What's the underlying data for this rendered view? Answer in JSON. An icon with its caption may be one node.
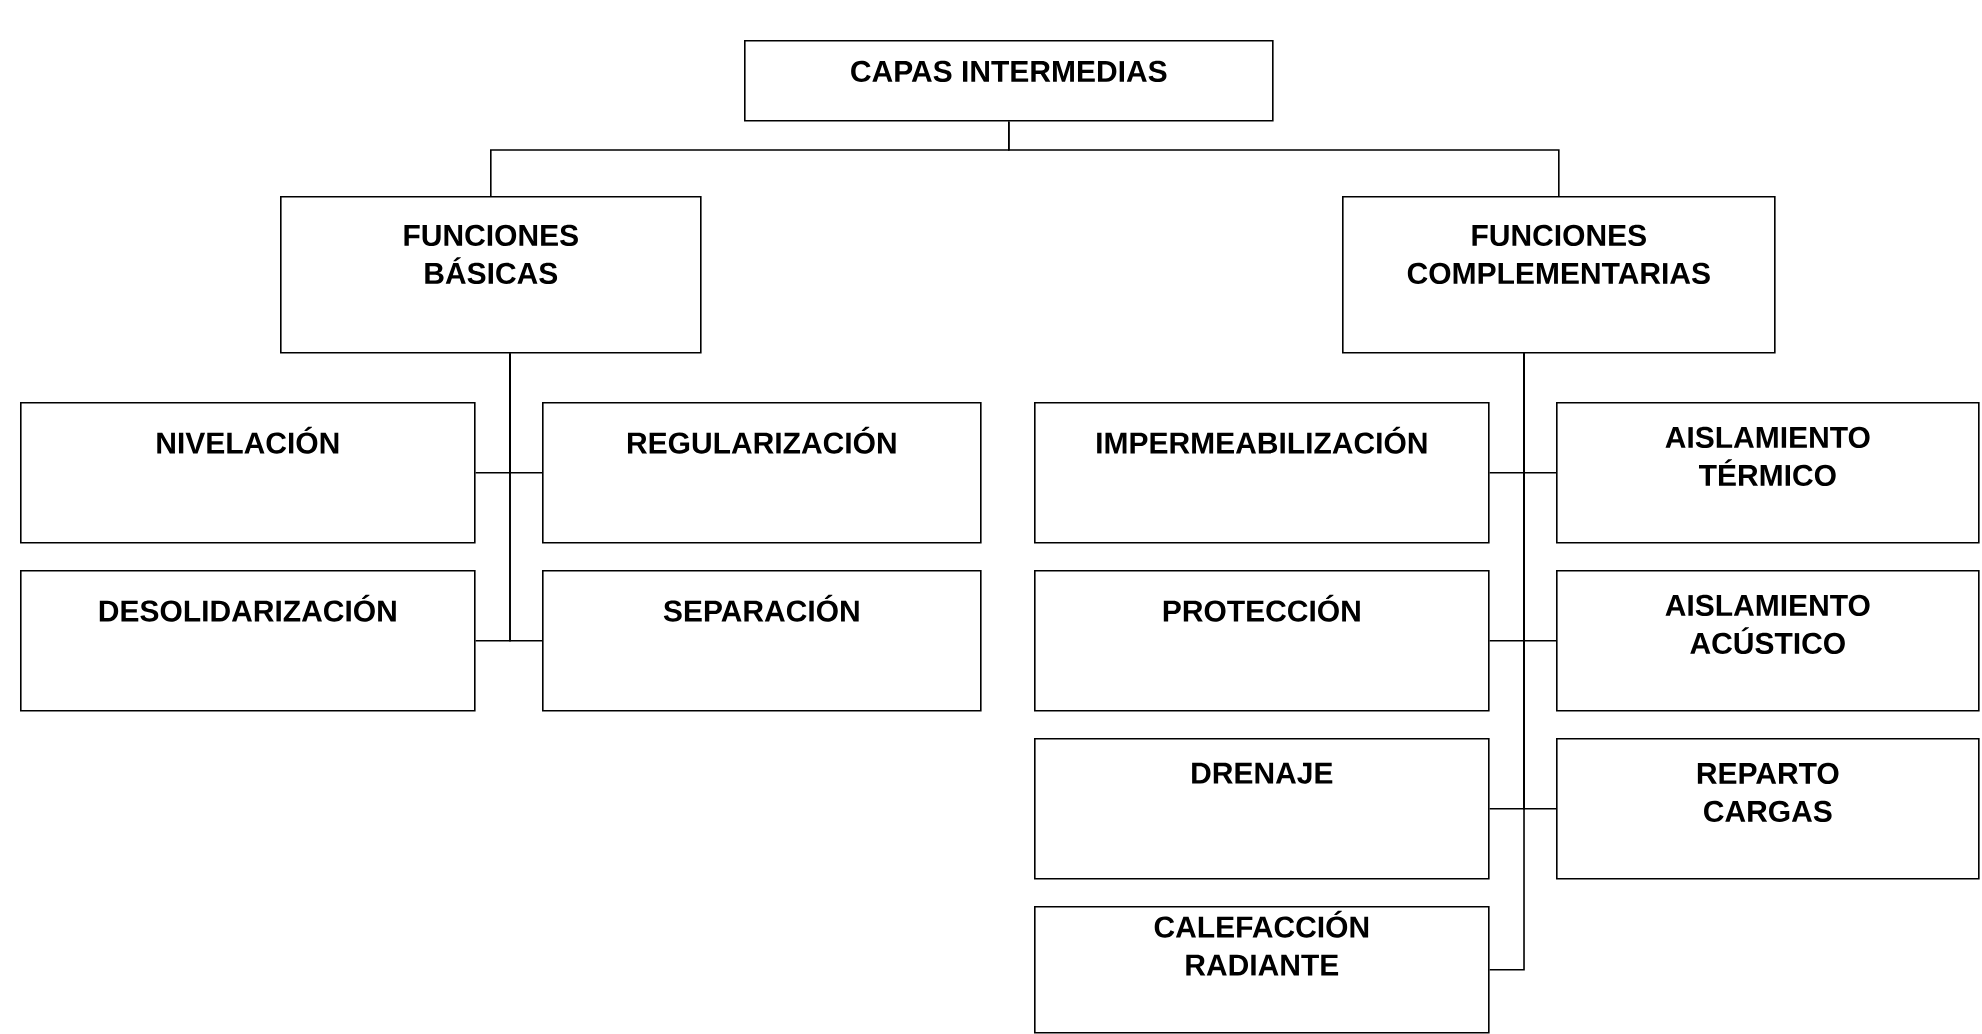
{
  "diagram": {
    "nodes": [
      {
        "text": [
          "CAPAS INTERMEDIAS"
        ]
      },
      {
        "text": [
          "FUNCIONES BÁSICAS"
        ]
      },
      {
        "text": [
          "FUNCIONES COMPLEMENTARIAS"
        ]
      },
      {
        "text": [
          "NIVELACIÓN"
        ]
      },
      {
        "text": [
          "REGULARIZACIÓN"
        ]
      },
      {
        "text": [
          "DESOLIDARIZACIÓN"
        ]
      },
      {
        "text": [
          "SEPARACIÓN"
        ]
      },
      {
        "text": [
          "IMPERMEABILIZACIÓN"
        ]
      },
      {
        "text": [
          "AISLAMIENTO TÉRMICO"
        ]
      },
      {
        "text": [
          "PROTECCIÓN"
        ]
      },
      {
        "text": [
          "AISLAMIENTO ACÚSTICO"
        ]
      },
      {
        "text": [
          "DRENAJE"
        ]
      },
      {
        "text": [
          "REPARTO CARGAS"
        ]
      },
      {
        "text": [
          "CALEFACCIÓN RADIANTE"
        ]
      }
    ],
    "edges": [
      {
        "from": 0,
        "to": 1,
        "arrow": "none"
      },
      {
        "from": 0,
        "to": 2,
        "arrow": "none"
      },
      {
        "from": 1,
        "to": 3,
        "arrow": "none"
      },
      {
        "from": 1,
        "to": 4,
        "arrow": "none"
      },
      {
        "from": 1,
        "to": 5,
        "arrow": "none"
      },
      {
        "from": 1,
        "to": 6,
        "arrow": "none"
      },
      {
        "from": 2,
        "to": 7,
        "arrow": "none"
      },
      {
        "from": 2,
        "to": 8,
        "arrow": "none"
      },
      {
        "from": 2,
        "to": 9,
        "arrow": "none"
      },
      {
        "from": 2,
        "to": 10,
        "arrow": "none"
      },
      {
        "from": 2,
        "to": 11,
        "arrow": "none"
      },
      {
        "from": 2,
        "to": 12,
        "arrow": "none"
      },
      {
        "from": 2,
        "to": 13,
        "arrow": "none"
      }
    ]
  }
}
